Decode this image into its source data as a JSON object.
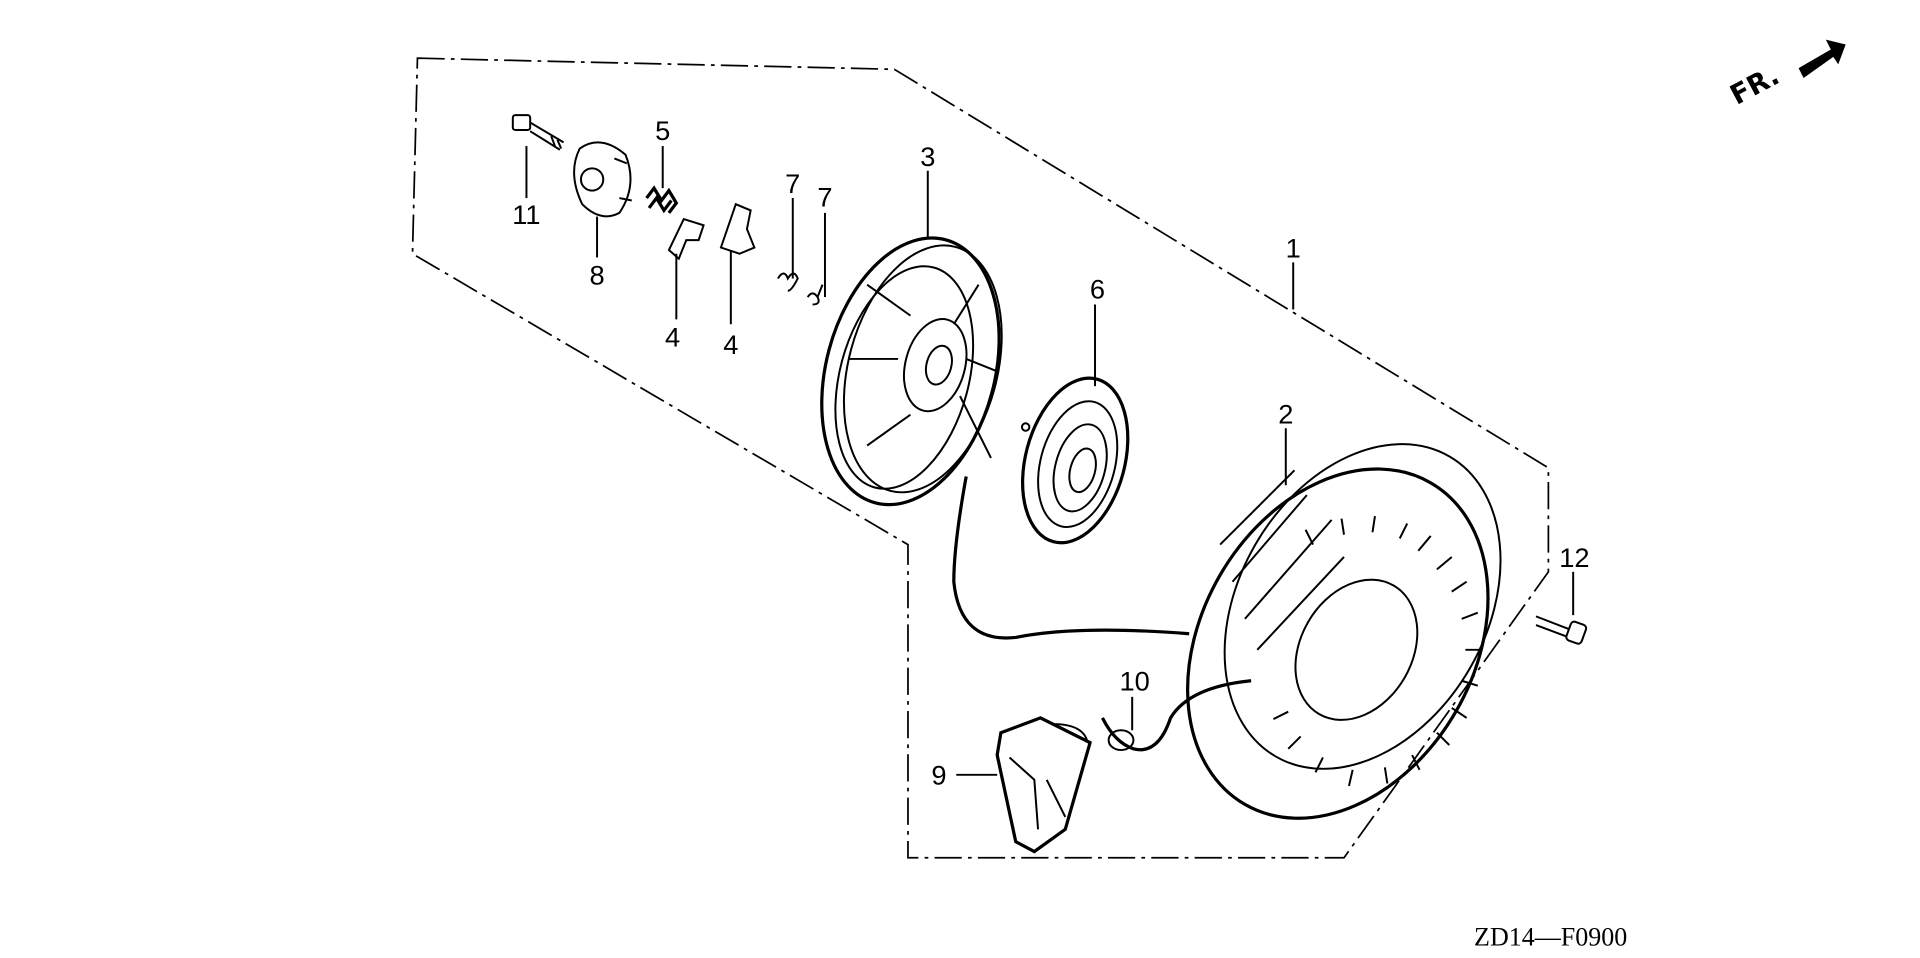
{
  "diagram": {
    "figure_code": "ZD14—F0900",
    "direction_label": "FR.",
    "direction_icon": "front-arrow-icon",
    "callouts": [
      "1",
      "2",
      "3",
      "4",
      "4",
      "5",
      "6",
      "7",
      "7",
      "8",
      "9",
      "10",
      "11",
      "12"
    ],
    "colors": {
      "ink": "#000000",
      "background": "#ffffff"
    }
  }
}
